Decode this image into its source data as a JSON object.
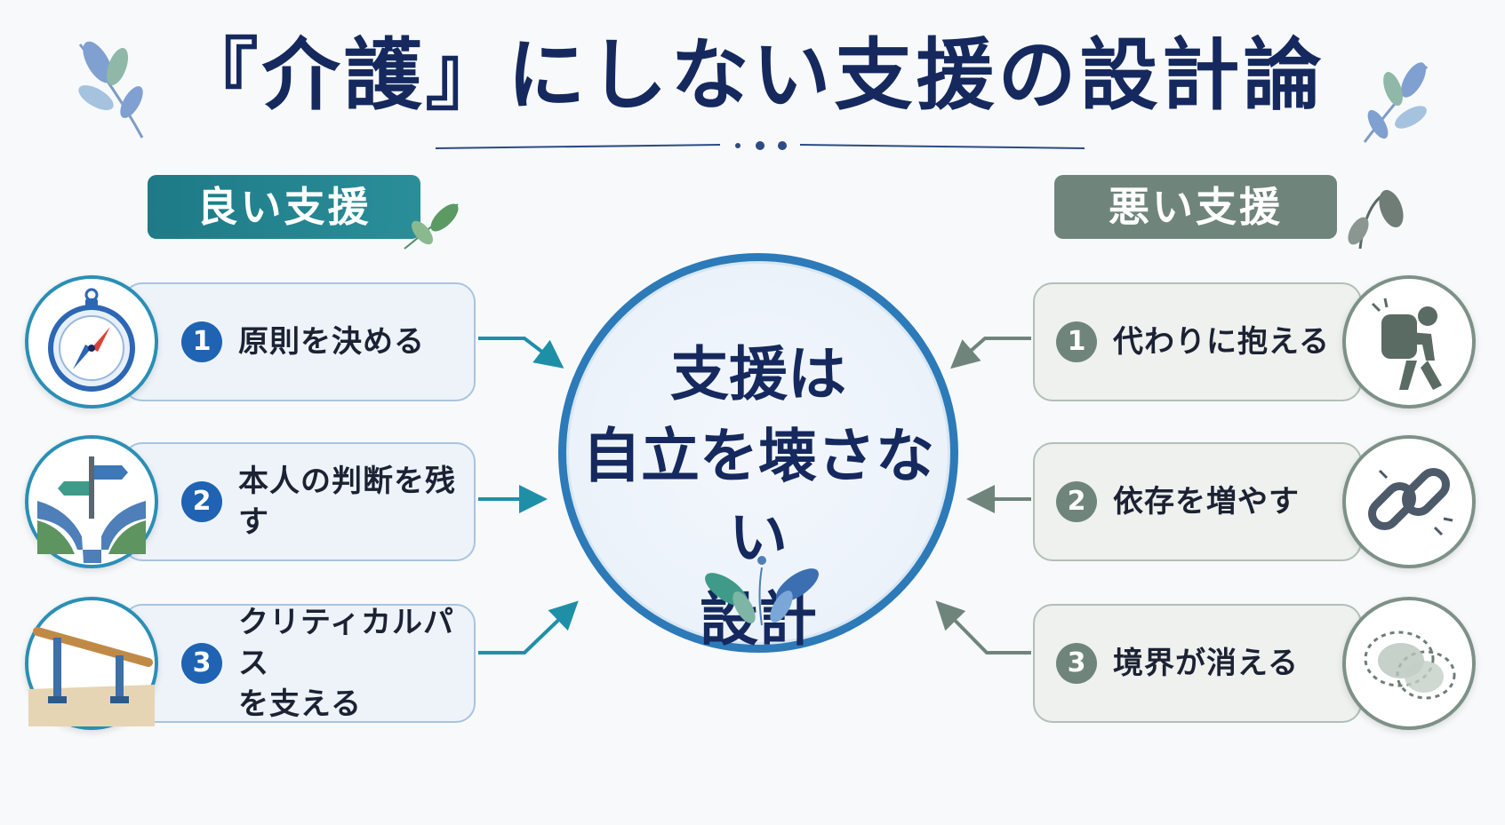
{
  "title": "『介護』にしない支援の設計論",
  "good": {
    "label": "良い支援",
    "items": [
      {
        "num": "1",
        "lines": [
          "原則を決める"
        ],
        "icon": "compass-icon"
      },
      {
        "num": "2",
        "lines": [
          "本人の判断を残す"
        ],
        "icon": "signpost-fork-icon"
      },
      {
        "num": "3",
        "lines": [
          "クリティカルパス",
          "を支える"
        ],
        "icon": "handrail-icon"
      }
    ]
  },
  "bad": {
    "label": "悪い支援",
    "items": [
      {
        "num": "1",
        "lines": [
          "代わりに抱える"
        ],
        "icon": "burdened-person-icon"
      },
      {
        "num": "2",
        "lines": [
          "依存を増やす"
        ],
        "icon": "chain-link-icon"
      },
      {
        "num": "3",
        "lines": [
          "境界が消える"
        ],
        "icon": "blurred-boundary-icon"
      }
    ]
  },
  "center": {
    "lines": [
      "支援は",
      "自立を壊さない",
      "設計"
    ]
  },
  "colors": {
    "title": "#15295e",
    "good_accent": "#1f63b2",
    "good_label": "#1d7a86",
    "bad_accent": "#6f857c",
    "center_ring": "#2d7ab9"
  }
}
